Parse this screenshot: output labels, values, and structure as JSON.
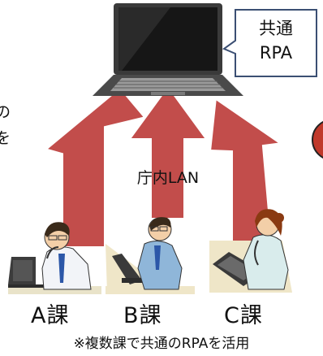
{
  "callout": {
    "line1": "共通",
    "line2": "RPA"
  },
  "network_label": "庁内LAN",
  "departments": [
    {
      "label": "A課"
    },
    {
      "label": "B課"
    },
    {
      "label": "C課"
    }
  ],
  "footnote": "※複数課で共通のRPAを活用",
  "left_edge_text": {
    "line1": "の",
    "line2": "を"
  },
  "colors": {
    "arrow": "#c24d4b",
    "arrow_stroke": "#ffffff",
    "callout_border": "#3b4f73",
    "right_badge": "#c0392b",
    "laptop_body": "#2d2d2d",
    "laptop_keys": "#9a9a9a",
    "screen": "#151515"
  },
  "icons": [
    "laptop-icon",
    "worker-a-icon",
    "worker-b-icon",
    "worker-c-icon",
    "upward-arrow-icon"
  ]
}
